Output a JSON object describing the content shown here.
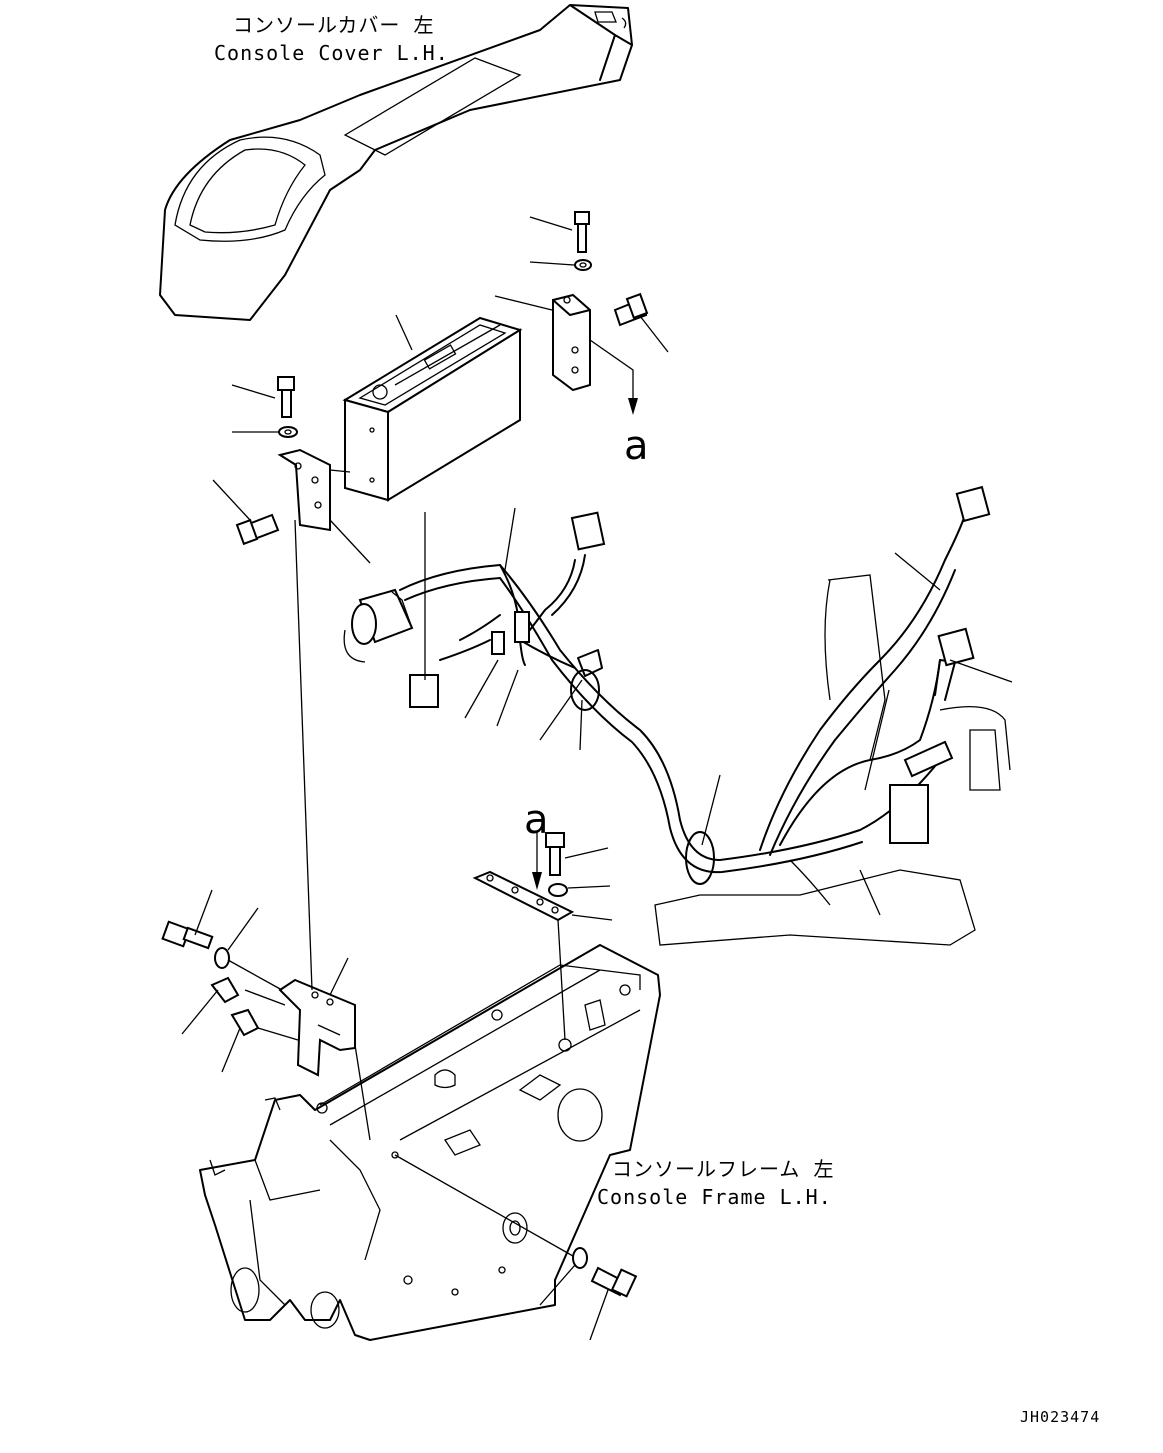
{
  "labels": {
    "console_cover_jp": "コンソールカバー 左",
    "console_cover_en": "Console Cover L.H.",
    "console_frame_jp": "コンソールフレーム 左",
    "console_frame_en": "Console Frame L.H.",
    "view_ref_upper": "a",
    "view_ref_lower": "a",
    "drawing_code": "JH023474"
  }
}
